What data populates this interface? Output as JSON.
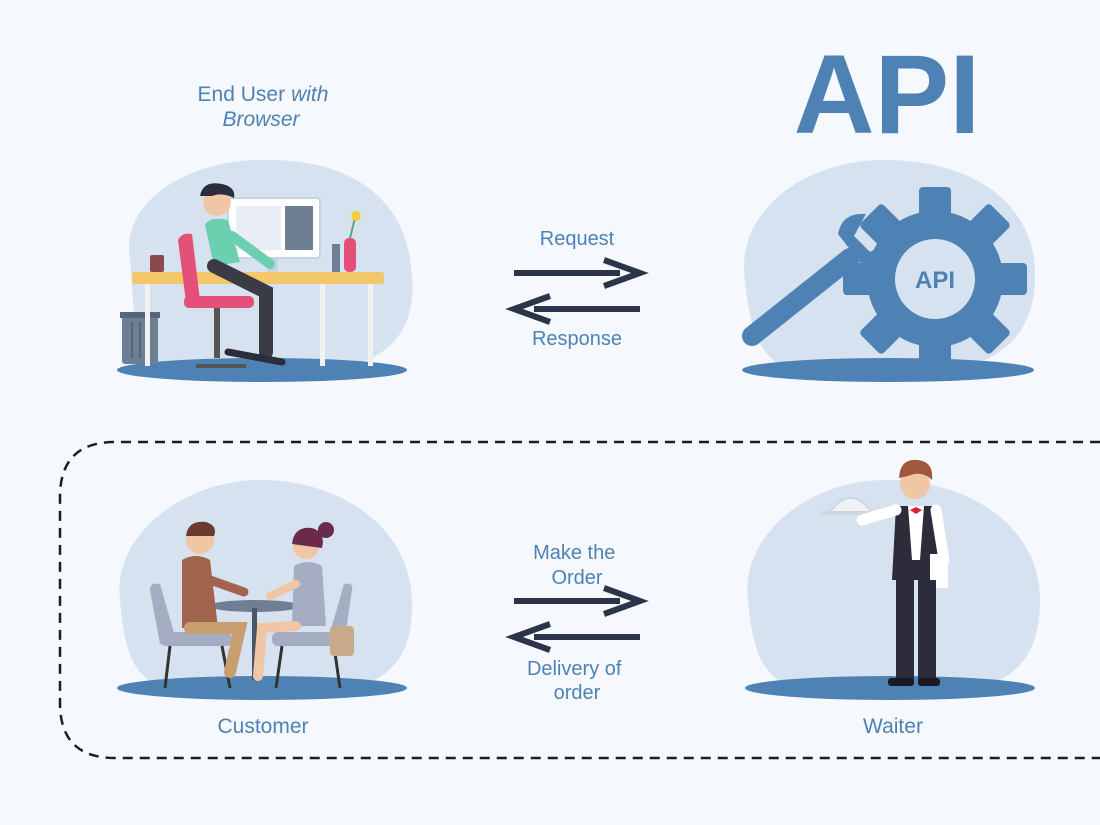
{
  "top_row": {
    "user_label_main": "End User",
    "user_label_italic": "with",
    "user_label_line2": "Browser",
    "api_title": "API",
    "api_gear_label": "API",
    "request_label": "Request",
    "response_label": "Response"
  },
  "bottom_row": {
    "make_order_line1": "Make the",
    "make_order_line2": "Order",
    "delivery_line1": "Delivery of",
    "delivery_line2": "order",
    "customer_label": "Customer",
    "waiter_label": "Waiter"
  },
  "colors": {
    "background": "#f5f8fd",
    "accent_blue": "#4f82b4",
    "blob": "#d6e2ef",
    "arrow": "#2b3448",
    "pink_chair": "#e4507a",
    "shirt_green": "#6ccfb0"
  }
}
